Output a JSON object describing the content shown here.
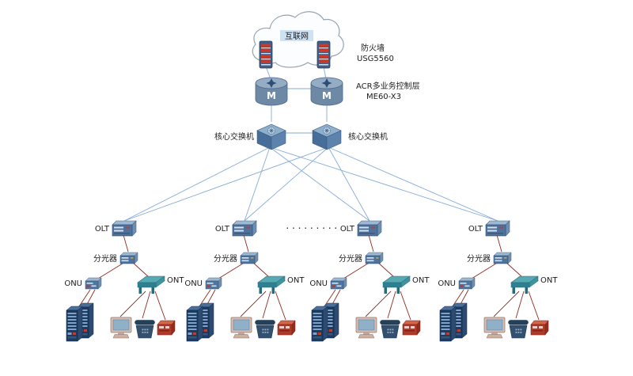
{
  "diagram": {
    "internet": {
      "label": "互联网"
    },
    "firewall": {
      "name": "防火墙",
      "model": "USG5560"
    },
    "router": {
      "name": "ACR多业务控制层",
      "model": "ME60-X3",
      "letter": "M"
    },
    "core_switch_left": "核心交换机",
    "core_switch_right": "核心交换机",
    "ellipsis": ".........",
    "groups": [
      {
        "olt": "OLT",
        "splitter": "分光器",
        "onu": "ONU",
        "ont": "ONT"
      },
      {
        "olt": "OLT",
        "splitter": "分光器",
        "onu": "ONU",
        "ont": "ONT"
      },
      {
        "olt": "OLT",
        "splitter": "分光器",
        "onu": "ONU",
        "ont": "ONT"
      },
      {
        "olt": "OLT",
        "splitter": "分光器",
        "onu": "ONU",
        "ont": "ONT"
      }
    ],
    "colors": {
      "backbone_line": "#86abd6",
      "access_line": "#8f2b1e",
      "device_blue": "#4f729c",
      "server_navy": "#1d3a5f",
      "firewall_red": "#c23b2e",
      "ont_teal": "#2e8091",
      "cloud_stroke": "#96a3b2",
      "internet_highlight": "#cfe2f4"
    }
  }
}
